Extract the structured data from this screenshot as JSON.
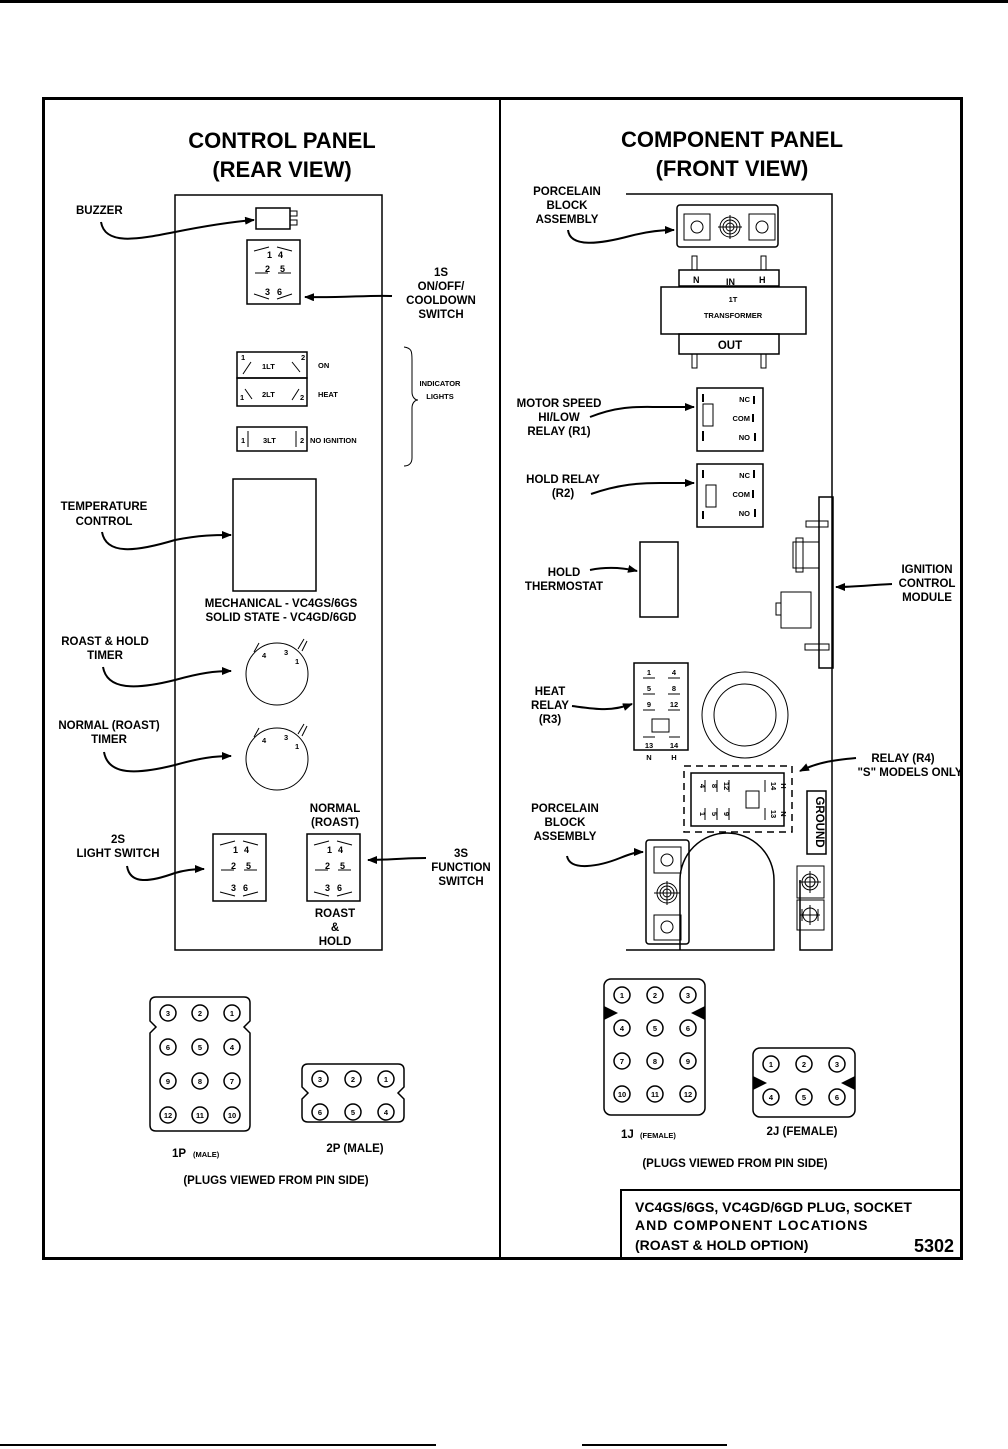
{
  "document": {
    "figure_number": "5302",
    "title_block": {
      "line1": "VC4GS/6GS, VC4GD/6GD PLUG, SOCKET",
      "line2": "AND COMPONENT LOCATIONS",
      "line3": "(ROAST & HOLD OPTION)",
      "number": "5302"
    }
  },
  "control_panel": {
    "title_line1": "CONTROL PANEL",
    "title_line2": "(REAR VIEW)",
    "buzzer": {
      "label": "BUZZER"
    },
    "switch_1s": {
      "label_lines": [
        "1S",
        "ON/OFF/",
        "COOLDOWN",
        "SWITCH"
      ],
      "terminals": [
        "1",
        "4",
        "2",
        "5",
        "3",
        "6"
      ]
    },
    "indicator_lights": {
      "group_label_lines": [
        "INDICATOR",
        "LIGHTS"
      ],
      "lights": [
        {
          "id": "1LT",
          "name": "ON",
          "pins": [
            "1",
            "2"
          ]
        },
        {
          "id": "2LT",
          "name": "HEAT",
          "pins": [
            "1",
            "2"
          ]
        },
        {
          "id": "3LT",
          "name": "NO IGNITION",
          "pins": [
            "1",
            "2"
          ]
        }
      ]
    },
    "temperature_control": {
      "label_lines": [
        "TEMPERATURE",
        "CONTROL"
      ],
      "note_lines": [
        "MECHANICAL - VC4GS/6GS",
        "SOLID STATE  - VC4GD/6GD"
      ]
    },
    "roast_hold_timer": {
      "label_lines": [
        "ROAST & HOLD",
        "TIMER"
      ],
      "terminals": [
        "4",
        "3",
        "1"
      ]
    },
    "normal_timer": {
      "label_lines": [
        "NORMAL (ROAST)",
        "TIMER"
      ],
      "terminals": [
        "4",
        "3",
        "1"
      ]
    },
    "switch_2s": {
      "label_lines": [
        "2S",
        "LIGHT SWITCH"
      ],
      "terminals": [
        "1",
        "4",
        "2",
        "5",
        "3",
        "6"
      ]
    },
    "switch_3s": {
      "label_lines": [
        "3S",
        "FUNCTION",
        "SWITCH"
      ],
      "top_position_lines": [
        "NORMAL",
        "(ROAST)"
      ],
      "bottom_position_lines": [
        "ROAST",
        "&",
        "HOLD"
      ],
      "terminals": [
        "1",
        "4",
        "2",
        "5",
        "3",
        "6"
      ]
    },
    "plugs": {
      "p1": {
        "label": "1P",
        "type": "(MALE)",
        "rows": [
          [
            "3",
            "2",
            "1"
          ],
          [
            "6",
            "5",
            "4"
          ],
          [
            "9",
            "8",
            "7"
          ],
          [
            "12",
            "11",
            "10"
          ]
        ]
      },
      "p2": {
        "label": "2P (MALE)",
        "rows": [
          [
            "3",
            "2",
            "1"
          ],
          [
            "6",
            "5",
            "4"
          ]
        ]
      },
      "caption": "(PLUGS VIEWED FROM PIN SIDE)"
    }
  },
  "component_panel": {
    "title_line1": "COMPONENT PANEL",
    "title_line2": "(FRONT VIEW)",
    "porcelain_block_top": {
      "label_lines": [
        "PORCELAIN",
        "BLOCK",
        "ASSEMBLY"
      ]
    },
    "transformer": {
      "in_label": "IN",
      "n_label": "N",
      "h_label": "H",
      "id": "1T",
      "name": "TRANSFORMER",
      "out_label": "OUT"
    },
    "relay_r1": {
      "label_lines": [
        "MOTOR SPEED",
        "HI/LOW",
        "RELAY (R1)"
      ],
      "terminals": [
        "NC",
        "COM",
        "NO"
      ]
    },
    "relay_r2": {
      "label_lines": [
        "HOLD RELAY",
        "(R2)"
      ],
      "terminals": [
        "NC",
        "COM",
        "NO"
      ]
    },
    "hold_thermostat": {
      "label_lines": [
        "HOLD",
        "THERMOSTAT"
      ]
    },
    "ignition_control": {
      "label_lines": [
        "IGNITION",
        "CONTROL",
        "MODULE"
      ]
    },
    "heat_relay": {
      "label_lines": [
        "HEAT",
        "RELAY",
        "(R3)"
      ],
      "rows": [
        [
          "1",
          "4"
        ],
        [
          "5",
          "8"
        ],
        [
          "9",
          "12"
        ]
      ],
      "coil": [
        "13",
        "14"
      ],
      "coil_names": [
        "N",
        "H"
      ]
    },
    "relay_r4": {
      "label_lines": [
        "RELAY (R4)",
        "\"S\" MODELS ONLY"
      ],
      "top_row": [
        "4",
        "8",
        "12"
      ],
      "bottom_row": [
        "1",
        "5",
        "9"
      ],
      "coil": [
        "14",
        "13"
      ],
      "coil_names": [
        "H",
        "N"
      ]
    },
    "ground": {
      "label": "GROUND"
    },
    "porcelain_block_bottom": {
      "label_lines": [
        "PORCELAIN",
        "BLOCK",
        "ASSEMBLY"
      ]
    },
    "jacks": {
      "j1": {
        "label": "1J",
        "type": "(FEMALE)",
        "rows": [
          [
            "1",
            "2",
            "3"
          ],
          [
            "4",
            "5",
            "6"
          ],
          [
            "7",
            "8",
            "9"
          ],
          [
            "10",
            "11",
            "12"
          ]
        ]
      },
      "j2": {
        "label": "2J (FEMALE)",
        "rows": [
          [
            "1",
            "2",
            "3"
          ],
          [
            "4",
            "5",
            "6"
          ]
        ]
      },
      "caption": "(PLUGS VIEWED FROM PIN SIDE)"
    }
  }
}
